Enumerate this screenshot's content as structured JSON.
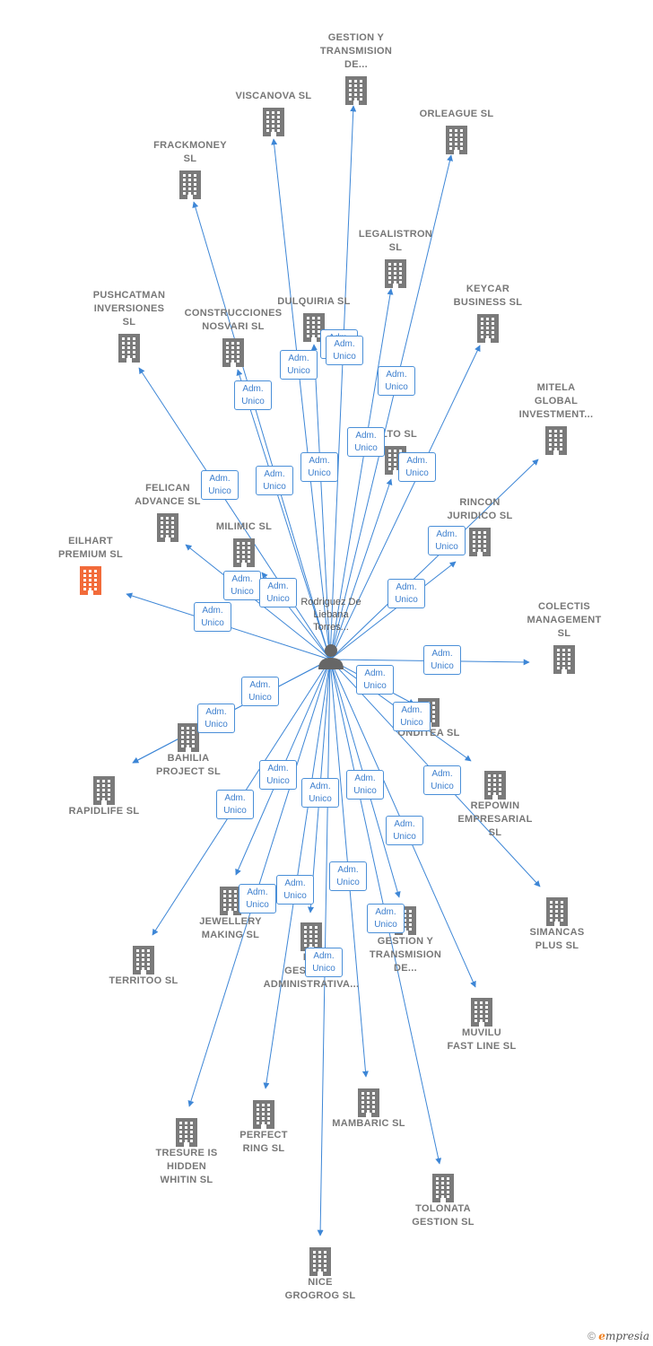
{
  "person": {
    "name": "Rodriguez De Liebana Torres..."
  },
  "badge_label": "Adm.\nUnico",
  "colors": {
    "edge": "#3d86d6",
    "building": "#7a7a7a",
    "focus": "#f26b3a",
    "person": "#666666"
  },
  "companies": [
    {
      "id": "gestion1",
      "label": "GESTION Y\nTRANSMISION\nDE...",
      "focus": false
    },
    {
      "id": "viscanova",
      "label": "VISCANOVA  SL",
      "focus": false
    },
    {
      "id": "orleague",
      "label": "ORLEAGUE  SL",
      "focus": false
    },
    {
      "id": "frackmoney",
      "label": "FRACKMONEY\nSL",
      "focus": false
    },
    {
      "id": "legalistron",
      "label": "LEGALISTRON\nSL",
      "focus": false
    },
    {
      "id": "pushcatman",
      "label": "PUSHCATMAN\nINVERSIONES\nSL",
      "focus": false
    },
    {
      "id": "construcciones",
      "label": "CONSTRUCCIONES\nNOSVARI SL",
      "focus": false
    },
    {
      "id": "dulquiria",
      "label": "DULQUIRIA  SL",
      "focus": false
    },
    {
      "id": "keycar",
      "label": "KEYCAR\nBUSINESS  SL",
      "focus": false
    },
    {
      "id": "mitela",
      "label": "MITELA\nGLOBAL\nINVESTMENT...",
      "focus": false
    },
    {
      "id": "alto",
      "label": "ALTO  SL",
      "focus": false
    },
    {
      "id": "felican",
      "label": "FELICAN\nADVANCE  SL",
      "focus": false
    },
    {
      "id": "rincon",
      "label": "RINCON\nJURIDICO SL",
      "focus": false
    },
    {
      "id": "eilhart",
      "label": "EILHART\nPREMIUM  SL",
      "focus": true
    },
    {
      "id": "milimic",
      "label": "MILIMIC  SL",
      "focus": false
    },
    {
      "id": "colectis",
      "label": "COLECTIS\nMANAGEMENT\nSL",
      "focus": false
    },
    {
      "id": "onditea",
      "label": "ONDITEA  SL",
      "focus": false
    },
    {
      "id": "bahilia",
      "label": "BAHILIA\nPROJECT  SL",
      "focus": false
    },
    {
      "id": "rapidlife",
      "label": "RAPIDLIFE  SL",
      "focus": false
    },
    {
      "id": "repowin",
      "label": "REPOWIN\nEMPRESARIAL\nSL",
      "focus": false
    },
    {
      "id": "jewellery",
      "label": "JEWELLERY\nMAKING  SL",
      "focus": false
    },
    {
      "id": "gestoria",
      "label": "D...\nGESTORIA\nADMINISTRATIVA...",
      "focus": false
    },
    {
      "id": "gestion2",
      "label": "GESTION Y\nTRANSMISION\nDE...",
      "focus": false
    },
    {
      "id": "simancas",
      "label": "SIMANCAS\nPLUS  SL",
      "focus": false
    },
    {
      "id": "territoo",
      "label": "TERRITOO  SL",
      "focus": false
    },
    {
      "id": "muvilu",
      "label": "MUVILU\nFAST LINE  SL",
      "focus": false
    },
    {
      "id": "mambaric",
      "label": "MAMBARIC  SL",
      "focus": false
    },
    {
      "id": "perfect",
      "label": "PERFECT\nRING  SL",
      "focus": false
    },
    {
      "id": "tresure",
      "label": "TRESURE IS\nHIDDEN\nWHITIN  SL",
      "focus": false
    },
    {
      "id": "tolonata",
      "label": "TOLONATA\nGESTION  SL",
      "focus": false
    },
    {
      "id": "nice",
      "label": "NICE\nGROGROG  SL",
      "focus": false
    }
  ],
  "footer": {
    "copyright": "©",
    "brand_first": "e",
    "brand_rest": "mpresia"
  }
}
